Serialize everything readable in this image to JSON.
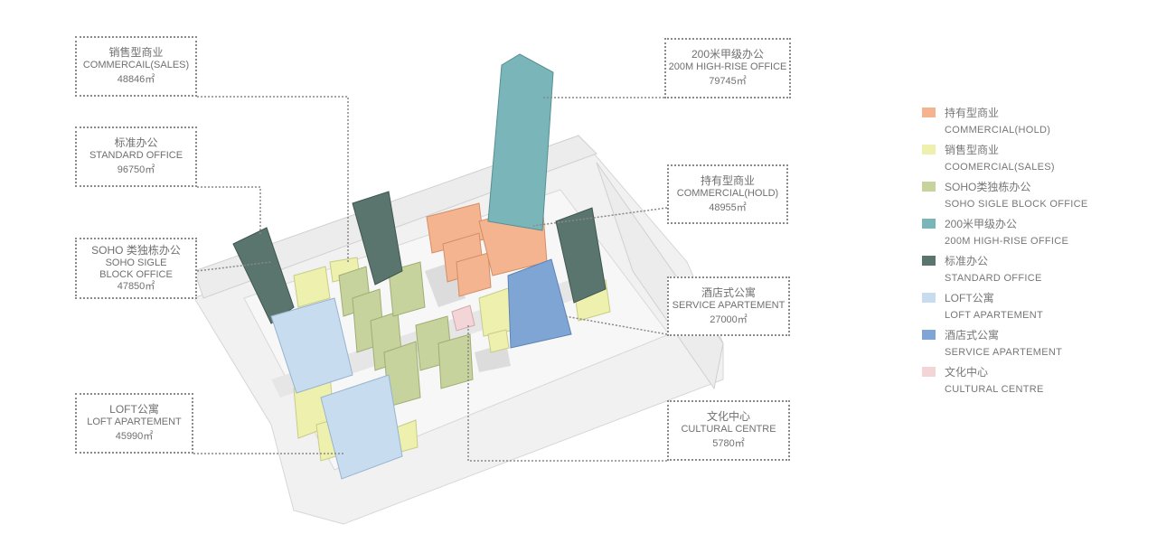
{
  "callouts": [
    {
      "cn": "销售型商业",
      "en": "COMMERCAIL(SALES)",
      "area": "48846㎡"
    },
    {
      "cn": "标准办公",
      "en": "STANDARD OFFICE",
      "area": "96750㎡"
    },
    {
      "cn": "SOHO 类独栋办公",
      "en": "SOHO SIGLE BLOCK OFFICE",
      "area": "47850㎡"
    },
    {
      "cn": "LOFT公寓",
      "en": "LOFT APARTEMENT",
      "area": "45990㎡"
    },
    {
      "cn": "200米甲级办公",
      "en": "200M HIGH-RISE OFFICE",
      "area": "79745㎡"
    },
    {
      "cn": "持有型商业",
      "en": "COMMERCIAL(HOLD)",
      "area": "48955㎡"
    },
    {
      "cn": "酒店式公寓",
      "en": "SERVICE APARTEMENT",
      "area": "27000㎡"
    },
    {
      "cn": "文化中心",
      "en": "CULTURAL CENTRE",
      "area": "5780㎡"
    }
  ],
  "legend": [
    {
      "cn": "持有型商业",
      "en": "COMMERCIAL(HOLD)",
      "color": "#f3b48f"
    },
    {
      "cn": "销售型商业",
      "en": "COOMERCIAL(SALES)",
      "color": "#eef0ad"
    },
    {
      "cn": "SOHO类独栋办公",
      "en": "SOHO SIGLE BLOCK OFFICE",
      "color": "#c6d39c"
    },
    {
      "cn": "200米甲级办公",
      "en": "200M HIGH-RISE OFFICE",
      "color": "#7ab6b9"
    },
    {
      "cn": "标准办公",
      "en": "STANDARD OFFICE",
      "color": "#5a756d"
    },
    {
      "cn": "LOFT公寓",
      "en": "LOFT APARTEMENT",
      "color": "#c8dcef"
    },
    {
      "cn": "酒店式公寓",
      "en": "SERVICE APARTEMENT",
      "color": "#7fa5d4"
    },
    {
      "cn": "文化中心",
      "en": "CULTURAL CENTRE",
      "color": "#f3d5d7"
    }
  ]
}
